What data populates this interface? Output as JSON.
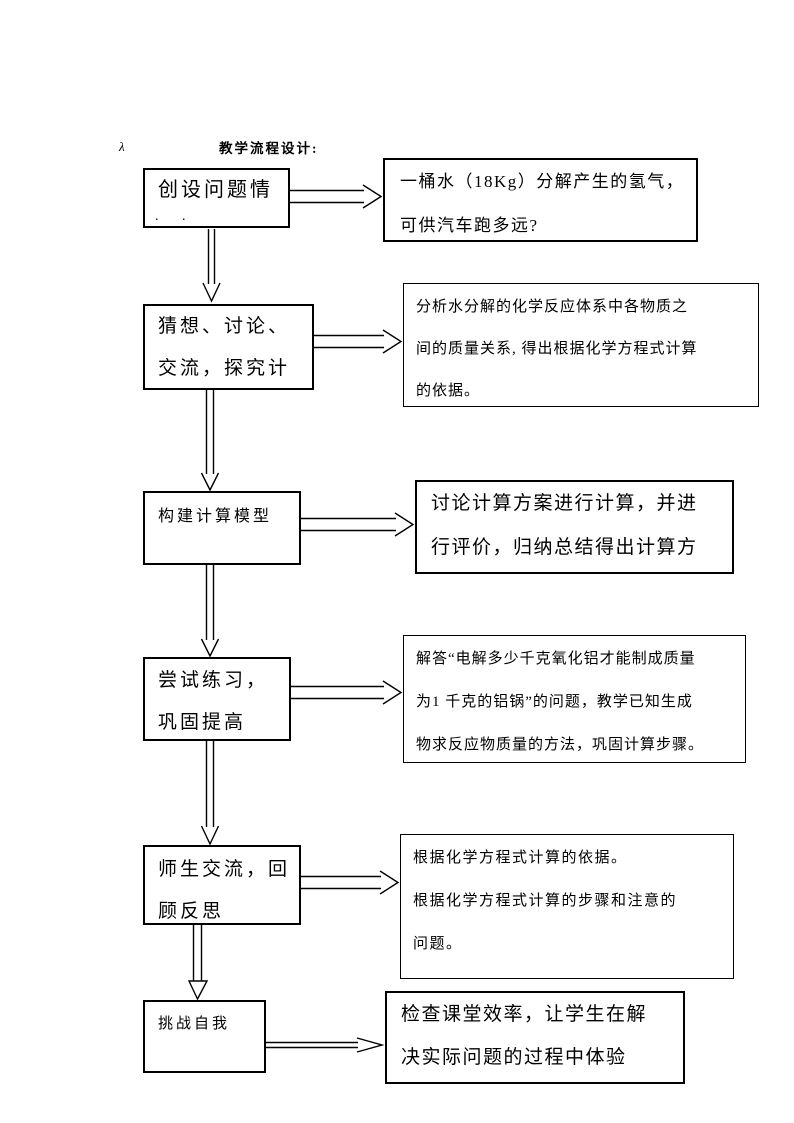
{
  "doc": {
    "lambda": "λ",
    "title": "教学流程设计:",
    "ink_color": "#000000",
    "paper_color": "#ffffff"
  },
  "flow": {
    "steps": [
      {
        "box": {
          "line1": "创设问题情",
          "line2": ". ."
        },
        "desc": {
          "line1": "一桶水（18Kg）分解产生的氢气，",
          "line2": "可供汽车跑多远?"
        }
      },
      {
        "box": {
          "line1": "猜想、讨论、",
          "line2": "交流，探究计"
        },
        "desc": {
          "line1": "分析水分解的化学反应体系中各物质之",
          "line2": "间的质量关系, 得出根据化学方程式计算",
          "line3": "的依据。"
        }
      },
      {
        "box": {
          "line1": "构建计算模型"
        },
        "desc": {
          "line1": "讨论计算方案进行计算，并进",
          "line2": "行评价，归纳总结得出计算方"
        }
      },
      {
        "box": {
          "line1": "尝试练习，",
          "line2": "巩固提高"
        },
        "desc": {
          "line1": "解答“电解多少千克氧化铝才能制成质量",
          "line2": "为1 千克的铝锅”的问题，教学已知生成",
          "line3": "物求反应物质量的方法，巩固计算步骤。"
        }
      },
      {
        "box": {
          "line1": "师生交流，回",
          "line2": "顾反思"
        },
        "desc": {
          "line1": "根据化学方程式计算的依据。",
          "line2": "根据化学方程式计算的步骤和注意的",
          "line3": "问题。"
        }
      },
      {
        "box": {
          "line1": "挑战自我"
        },
        "desc": {
          "line1": "检查课堂效率，让学生在解",
          "line2": "决实际问题的过程中体验"
        }
      }
    ]
  }
}
